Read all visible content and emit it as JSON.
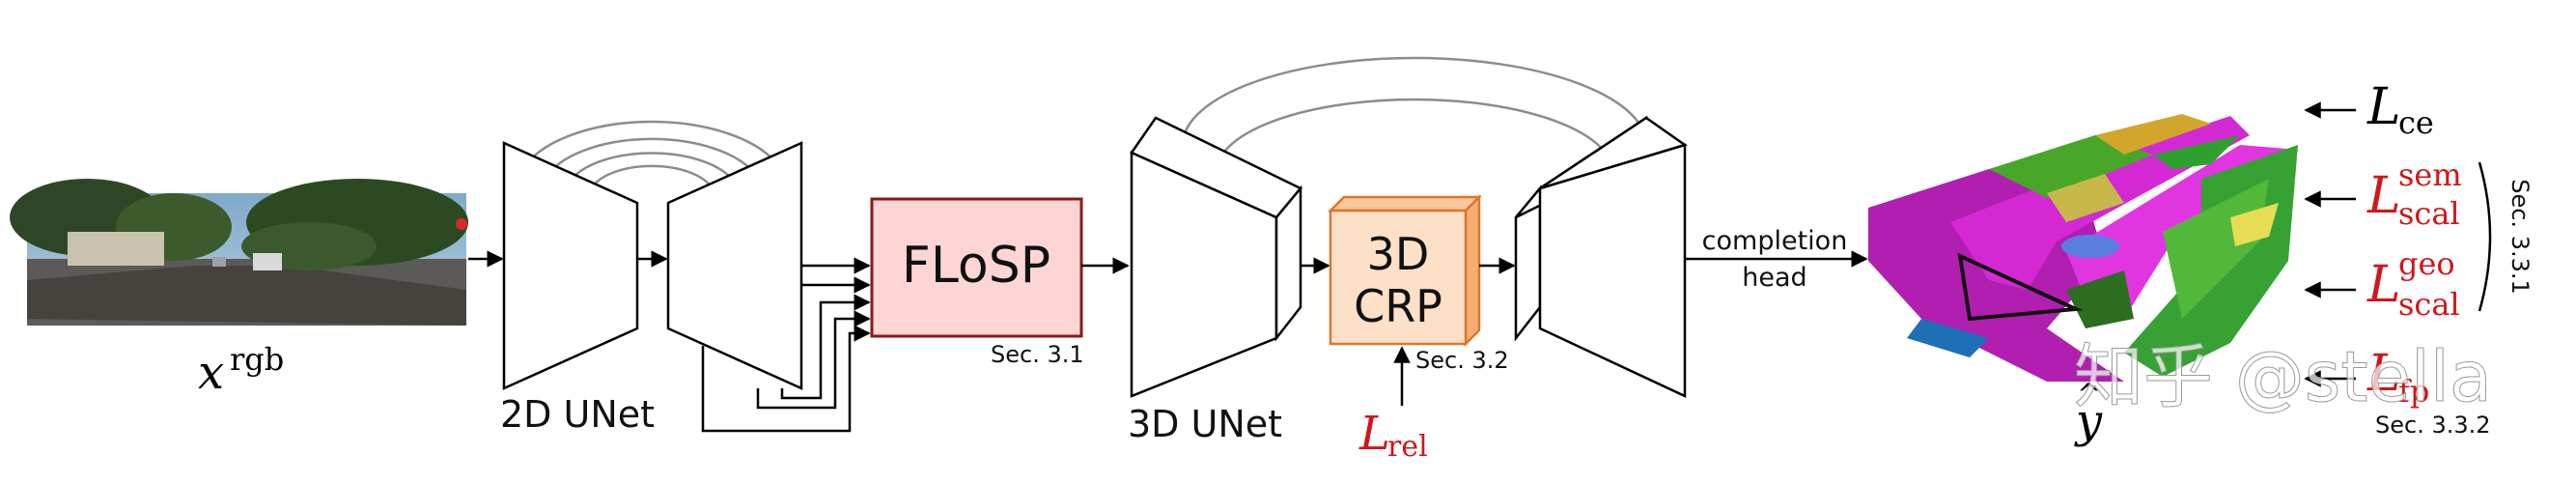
{
  "labels": {
    "input_var": "x",
    "input_sup": "rgb",
    "unet2d": "2D UNet",
    "flosp": "FLoSP",
    "flosp_sec": "Sec. 3.1",
    "unet3d": "3D UNet",
    "crp_line1": "3D",
    "crp_line2": "CRP",
    "crp_sec": "Sec. 3.2",
    "loss_rel_sym": "L",
    "loss_rel_sub": "rel",
    "head_line1": "completion",
    "head_line2": "head",
    "output_var": "y",
    "output_hat": "^",
    "loss_ce_sym": "L",
    "loss_ce_sub": "ce",
    "loss_sem_sym": "L",
    "loss_sem_sup": "sem",
    "loss_sem_sub": "scal",
    "loss_geo_sym": "L",
    "loss_geo_sup": "geo",
    "loss_geo_sub": "scal",
    "loss_fp_sym": "L",
    "loss_fp_sub": "fp",
    "sec_331": "Sec. 3.3.1",
    "sec_332": "Sec. 3.3.2",
    "watermark": "知乎 @stella"
  },
  "colors": {
    "flosp_fill": "#fdd5d5",
    "flosp_stroke": "#8b1a1a",
    "crp_front": "#fde0c8",
    "crp_top": "#fbc79b",
    "crp_side": "#f6ad72",
    "crp_stroke": "#d9782e",
    "loss_red": "#d0161b",
    "skip_gray": "#8c8c8c"
  }
}
